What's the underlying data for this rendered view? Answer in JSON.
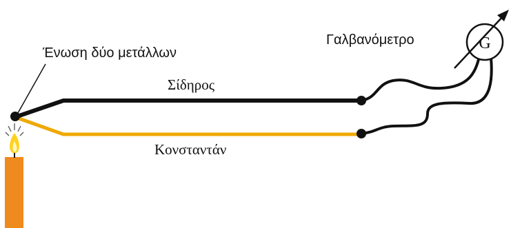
{
  "labels": {
    "junction": "Ένωση δύο μετάλλων",
    "iron": "Σίδηρος",
    "constantan": "Κονσταντάν",
    "galvanometer": "Γαλβανόμετρο",
    "galvanometer_symbol": "G"
  },
  "colors": {
    "iron_wire": "#111111",
    "constantan_wire": "#f0a800",
    "candle_body": "#ef8a1e",
    "flame_outer": "#ffd21f",
    "flame_inner": "#ffffff",
    "lead_wire": "#111111"
  }
}
